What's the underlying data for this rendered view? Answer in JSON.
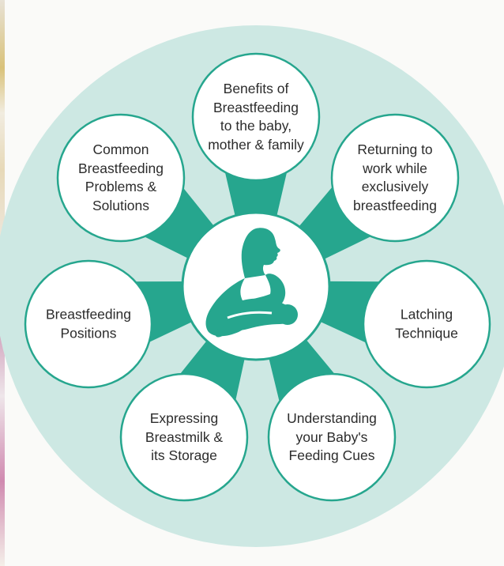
{
  "colors": {
    "outer_disc": "#cde8e3",
    "teal": "#26a68e",
    "node_fill": "#ffffff",
    "node_stroke": "#26a68e",
    "text": "#2c2c2c"
  },
  "center_icon": "mother-breastfeeding-baby-icon",
  "nodes": [
    {
      "id": "benefits",
      "lines": [
        "Benefits of",
        "Breastfeeding",
        "to the baby,",
        "mother & family"
      ]
    },
    {
      "id": "returning",
      "lines": [
        "Returning to",
        "work while",
        "exclusively",
        "breastfeeding"
      ]
    },
    {
      "id": "latching",
      "lines": [
        "Latching",
        "Technique"
      ]
    },
    {
      "id": "cues",
      "lines": [
        "Understanding",
        "your Baby's",
        "Feeding Cues"
      ]
    },
    {
      "id": "expressing",
      "lines": [
        "Expressing",
        "Breastmilk &",
        "its Storage"
      ]
    },
    {
      "id": "positions",
      "lines": [
        "Breastfeeding",
        "Positions"
      ]
    },
    {
      "id": "problems",
      "lines": [
        "Common",
        "Breastfeeding",
        "Problems &",
        "Solutions"
      ]
    }
  ]
}
